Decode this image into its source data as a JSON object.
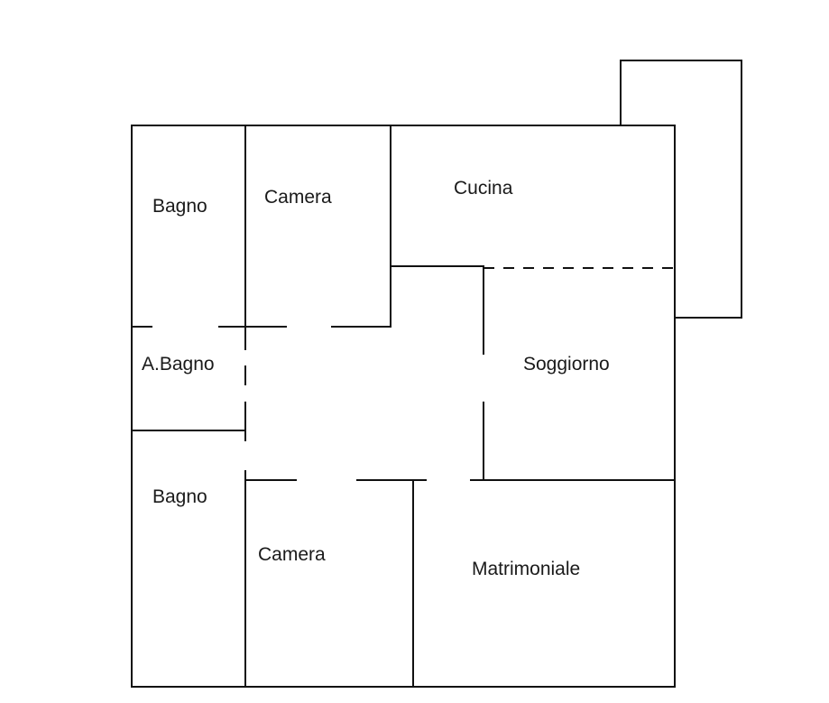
{
  "rooms": [
    {
      "id": "bagno-top",
      "label": "Bagno"
    },
    {
      "id": "camera-top",
      "label": "Camera"
    },
    {
      "id": "cucina",
      "label": "Cucina"
    },
    {
      "id": "antibagno",
      "label": "A.Bagno"
    },
    {
      "id": "soggiorno",
      "label": "Soggiorno"
    },
    {
      "id": "bagno-bottom",
      "label": "Bagno"
    },
    {
      "id": "camera-bottom",
      "label": "Camera"
    },
    {
      "id": "matrimoniale",
      "label": "Matrimoniale"
    }
  ],
  "colors": {
    "wall": "#111111",
    "background": "#ffffff",
    "text": "#1a1a1a"
  }
}
